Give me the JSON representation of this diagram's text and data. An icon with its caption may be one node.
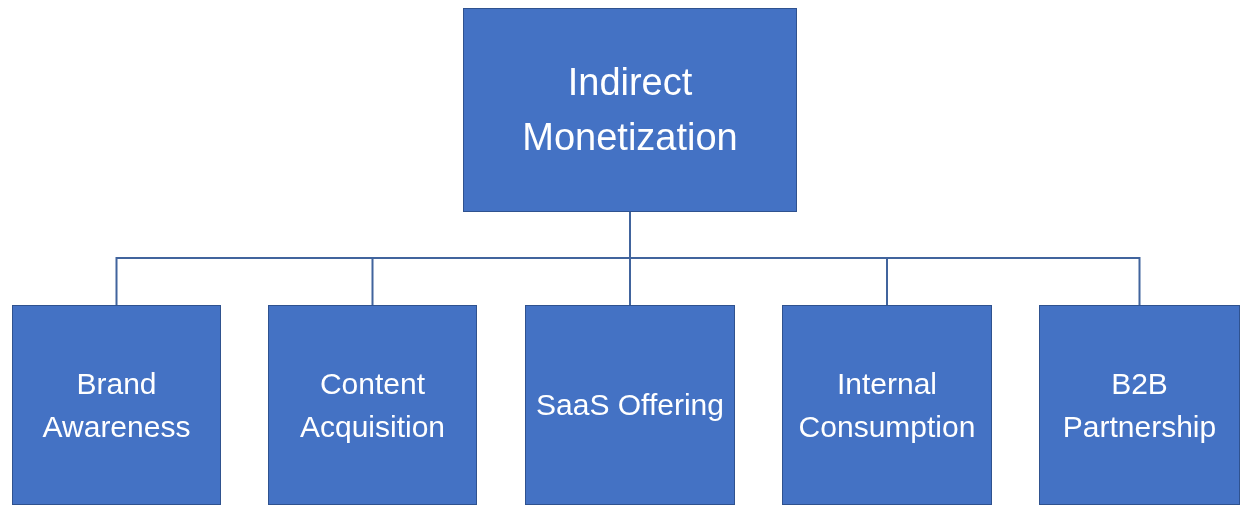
{
  "diagram": {
    "nodes": [
      {
        "text": [
          "Indirect Monetization"
        ]
      },
      {
        "text": [
          "Brand Awareness"
        ]
      },
      {
        "text": [
          "Content Acquisition"
        ]
      },
      {
        "text": [
          "SaaS Offering"
        ]
      },
      {
        "text": [
          "Internal Consumption"
        ]
      },
      {
        "text": [
          "B2B Partnership"
        ]
      }
    ],
    "edges": [
      {
        "from": 0,
        "to": 1,
        "arrow": "none"
      },
      {
        "from": 0,
        "to": 2,
        "arrow": "none"
      },
      {
        "from": 0,
        "to": 3,
        "arrow": "none"
      },
      {
        "from": 0,
        "to": 4,
        "arrow": "none"
      },
      {
        "from": 0,
        "to": 5,
        "arrow": "none"
      }
    ]
  }
}
